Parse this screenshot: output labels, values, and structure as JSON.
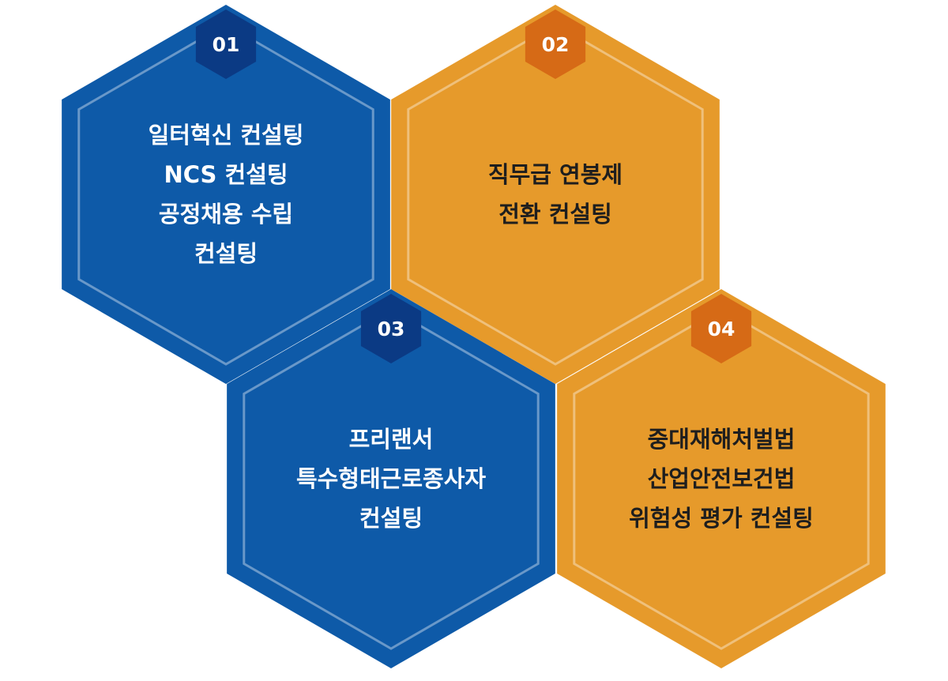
{
  "colors": {
    "blue": "#0e5aa8",
    "blue_badge": "#0b3a84",
    "orange": "#e69a2b",
    "orange_badge": "#d66a16",
    "text_on_blue": "#ffffff",
    "text_on_orange": "#1e1e1e"
  },
  "hexagons": [
    {
      "number": "01",
      "theme": "blue",
      "lines": [
        "일터혁신 컨설팅",
        "NCS 컨설팅",
        "공정채용 수립",
        "컨설팅"
      ]
    },
    {
      "number": "02",
      "theme": "orange",
      "lines": [
        "직무급  연봉제",
        "전환 컨설팅"
      ]
    },
    {
      "number": "03",
      "theme": "blue",
      "lines": [
        "프리랜서",
        "특수형태근로종사자",
        "컨설팅"
      ]
    },
    {
      "number": "04",
      "theme": "orange",
      "lines": [
        "중대재해처벌법",
        "산업안전보건법",
        "위험성 평가 컨설팅"
      ]
    }
  ]
}
